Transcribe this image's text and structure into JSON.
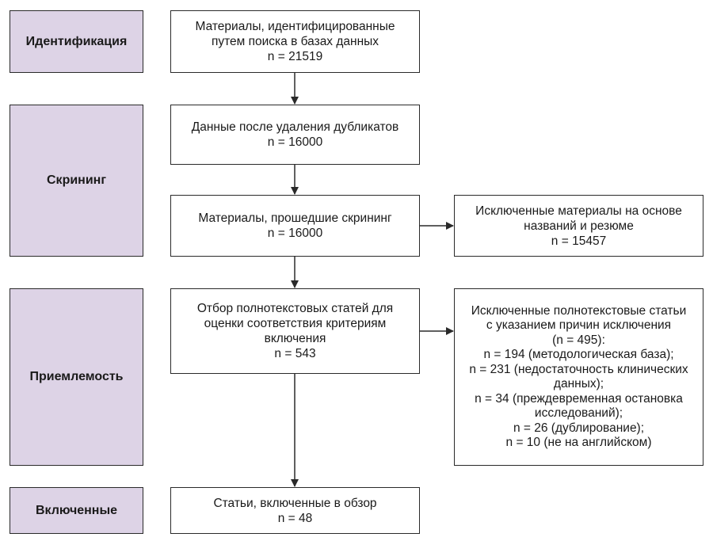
{
  "stages": [
    {
      "id": "identification",
      "label": "Идентификация"
    },
    {
      "id": "screening",
      "label": "Скрининг"
    },
    {
      "id": "eligibility",
      "label": "Приемлемость"
    },
    {
      "id": "included",
      "label": "Включенные"
    }
  ],
  "boxes": {
    "identified": {
      "lines": [
        "Материалы, идентифицированные",
        "путем поиска в базах данных",
        "n = 21519"
      ]
    },
    "deduplicated": {
      "lines": [
        "Данные после удаления дубликатов",
        "n = 16000"
      ]
    },
    "screened": {
      "lines": [
        "Материалы, прошедшие скрининг",
        "n = 16000"
      ]
    },
    "excluded_titles": {
      "lines": [
        "Исключенные материалы на основе",
        "названий и резюме",
        "n = 15457"
      ]
    },
    "fulltext": {
      "lines": [
        "Отбор полнотекстовых статей для",
        "оценки соответствия критериям",
        "включения",
        "n = 543"
      ]
    },
    "excluded_fulltext": {
      "lines": [
        "Исключенные полнотекстовые статьи",
        "с указанием причин исключения",
        "(n = 495):",
        "n = 194 (методологическая база);",
        "n = 231 (недостаточность клинических",
        "данных);",
        "n = 34 (преждевременная остановка",
        "исследований);",
        "n = 26 (дублирование);",
        "n = 10 (не на английском)"
      ]
    },
    "included": {
      "lines": [
        "Статьи, включенные в обзор",
        "n = 48"
      ]
    }
  }
}
